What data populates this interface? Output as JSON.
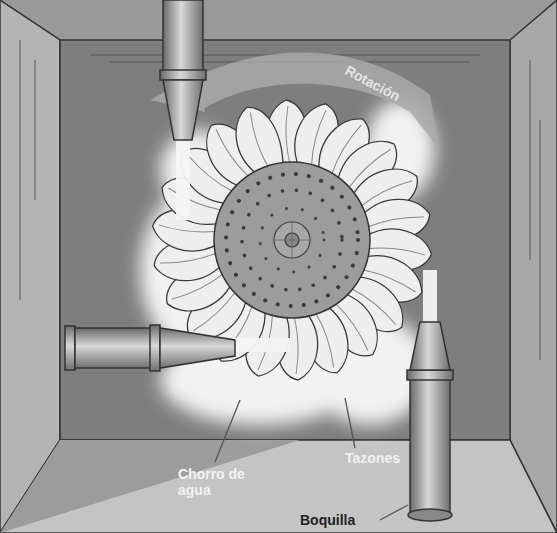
{
  "diagram": {
    "labels": [
      "Rotación",
      "Tazones",
      "Chorro de agua",
      "Boquilla"
    ]
  }
}
